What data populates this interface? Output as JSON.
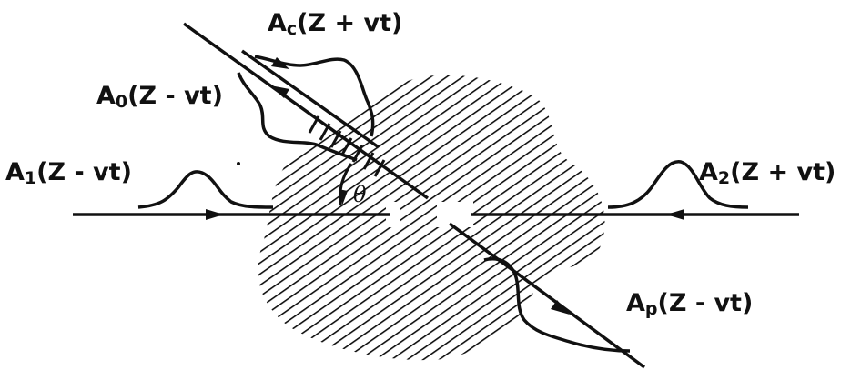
{
  "labels": {
    "a_c": {
      "base": "A",
      "sub": "c",
      "arg": "(Z + vt)"
    },
    "a_0": {
      "base": "A",
      "sub": "0",
      "arg": "(Z - vt)"
    },
    "a_1": {
      "base": "A",
      "sub": "1",
      "arg": "(Z - vt)"
    },
    "a_2": {
      "base": "A",
      "sub": "2",
      "arg": "(Z + vt)"
    },
    "a_p": {
      "base": "A",
      "sub": "p",
      "arg": "(Z - vt)"
    },
    "angle": "θ"
  },
  "colors": {
    "ink": "#111111",
    "background": "#ffffff"
  }
}
